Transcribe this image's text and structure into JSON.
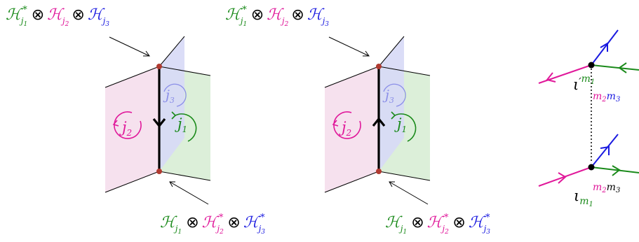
{
  "colors": {
    "green": "#1a8a1a",
    "magenta": "#e0189a",
    "blue": "#1a1ae0",
    "black": "#000000",
    "dot_red": "#b03a30",
    "sheet_pink": "#f6e1ee",
    "sheet_green": "#dcefd9",
    "sheet_blue": "#d7d9f6"
  },
  "panels": [
    {
      "top_label": {
        "h": "ℋ",
        "j1": "j",
        "s1": "1",
        "star": "*",
        "otimes": "⊗",
        "j2": "j",
        "s2": "2",
        "j3": "j",
        "s3": "3"
      },
      "bottom_label": {
        "h": "ℋ",
        "j1": "j",
        "s1": "1",
        "star": "*",
        "otimes": "⊗",
        "j2": "j",
        "s2": "2",
        "j3": "j",
        "s3": "3"
      },
      "loop_labels": {
        "j1": "j",
        "s1": "1",
        "j2": "j",
        "s2": "2",
        "j3": "j",
        "s3": "3"
      },
      "edge_arrow": "down"
    },
    {
      "top_label": {
        "h": "ℋ",
        "j1": "j",
        "s1": "1",
        "star": "*",
        "otimes": "⊗",
        "j2": "j",
        "s2": "2",
        "j3": "j",
        "s3": "3"
      },
      "bottom_label": {
        "h": "ℋ",
        "j1": "j",
        "s1": "1",
        "star": "*",
        "otimes": "⊗",
        "j2": "j",
        "s2": "2",
        "j3": "j",
        "s3": "3"
      },
      "loop_labels": {
        "j1": "j",
        "s1": "1",
        "j2": "j",
        "s2": "2",
        "j3": "j",
        "s3": "3"
      },
      "edge_arrow": "up"
    }
  ],
  "vertex_labels": {
    "top": {
      "iota": "ι",
      "prime": "′",
      "m1": "m",
      "s1": "1",
      "m2": "m",
      "s2": "2",
      "m3": "m",
      "s3": "3"
    },
    "bottom": {
      "iota": "ι",
      "m1": "m",
      "s1": "1",
      "m2": "m",
      "s2": "2",
      "m3": "m",
      "s3": "3"
    }
  }
}
